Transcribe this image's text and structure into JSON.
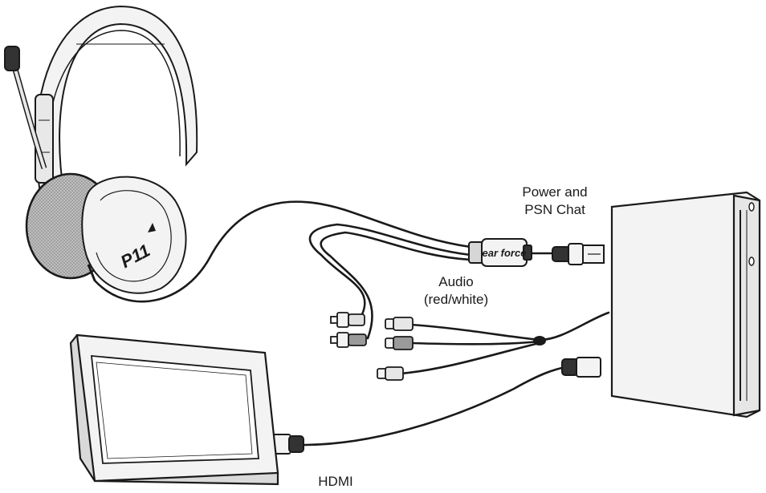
{
  "labels": {
    "power_line1": "Power and",
    "power_line2": "PSN Chat",
    "audio_line1": "Audio",
    "audio_line2": "(red/white)",
    "hdmi": "HDMI"
  },
  "logos": {
    "headset_brand": "P11",
    "amp_brand": "ear force"
  },
  "colors": {
    "line": "#1a1a1a",
    "light_fill": "#f1f1f1",
    "mid_fill": "#d6d6d6",
    "mesh_fill": "#b9b9b9"
  }
}
